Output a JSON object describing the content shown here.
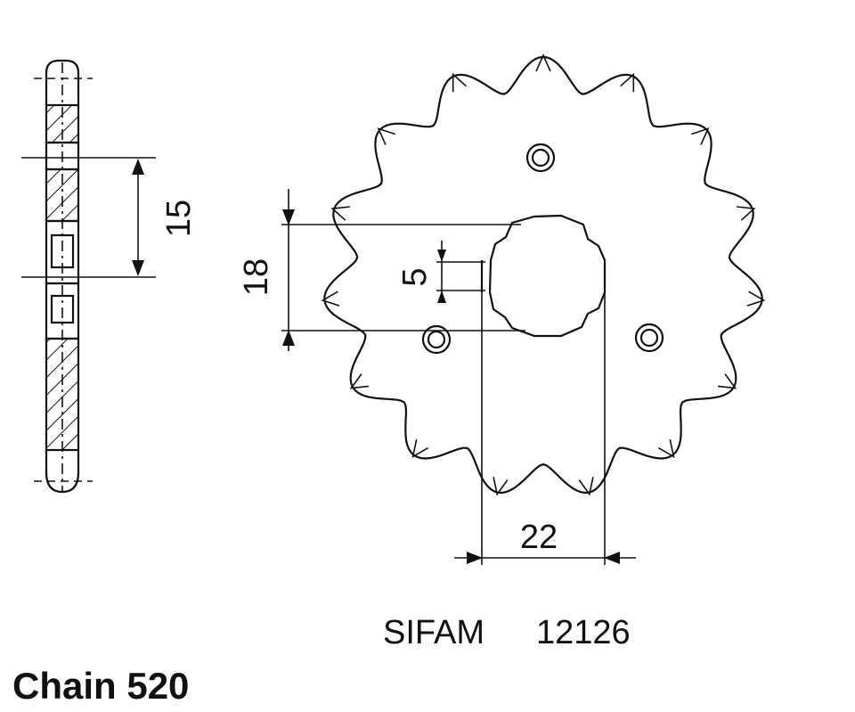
{
  "dimensions": {
    "pitch_height": "15",
    "bore_height": "18",
    "spline_width": "5",
    "bore_width": "22"
  },
  "caption": {
    "brand": "SIFAM",
    "part_number": "12126"
  },
  "chain_label": "Chain 520",
  "sprocket": {
    "teeth": 15
  }
}
